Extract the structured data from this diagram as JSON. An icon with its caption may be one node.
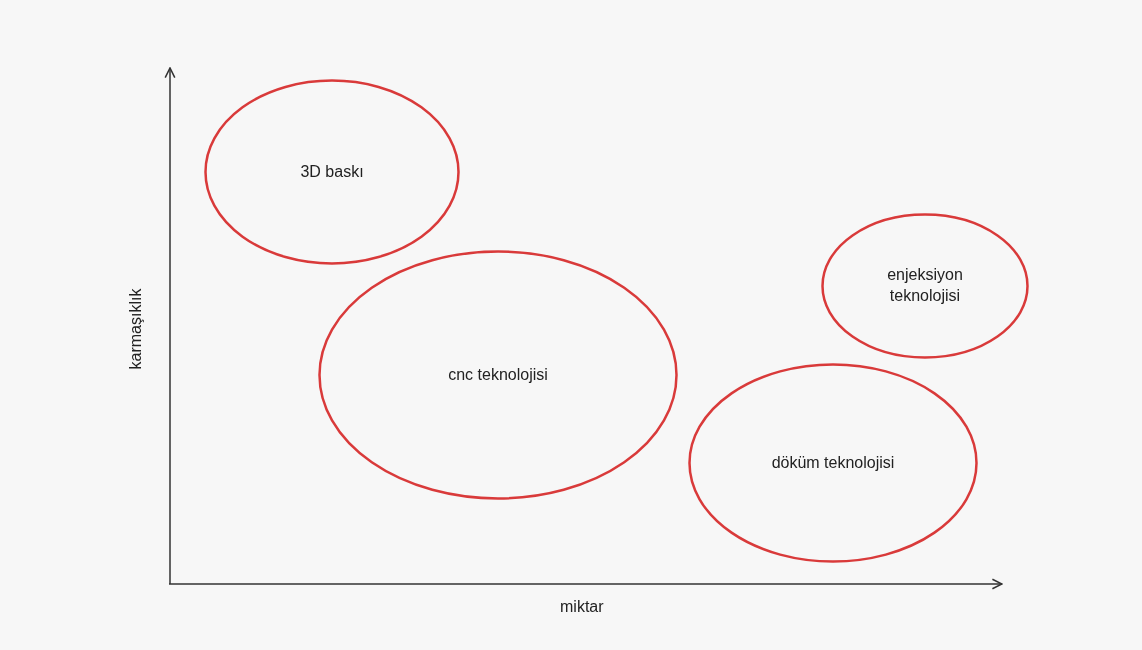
{
  "diagram": {
    "nodes": [
      {
        "text": [
          "3D baskı"
        ]
      },
      {
        "text": [
          "cnc teknolojisi"
        ]
      },
      {
        "text": [
          "enjeksiyon teknolojisi"
        ]
      },
      {
        "text": [
          "döküm teknolojisi"
        ]
      }
    ],
    "labels": [
      "karmaşıklık",
      "miktar"
    ]
  }
}
